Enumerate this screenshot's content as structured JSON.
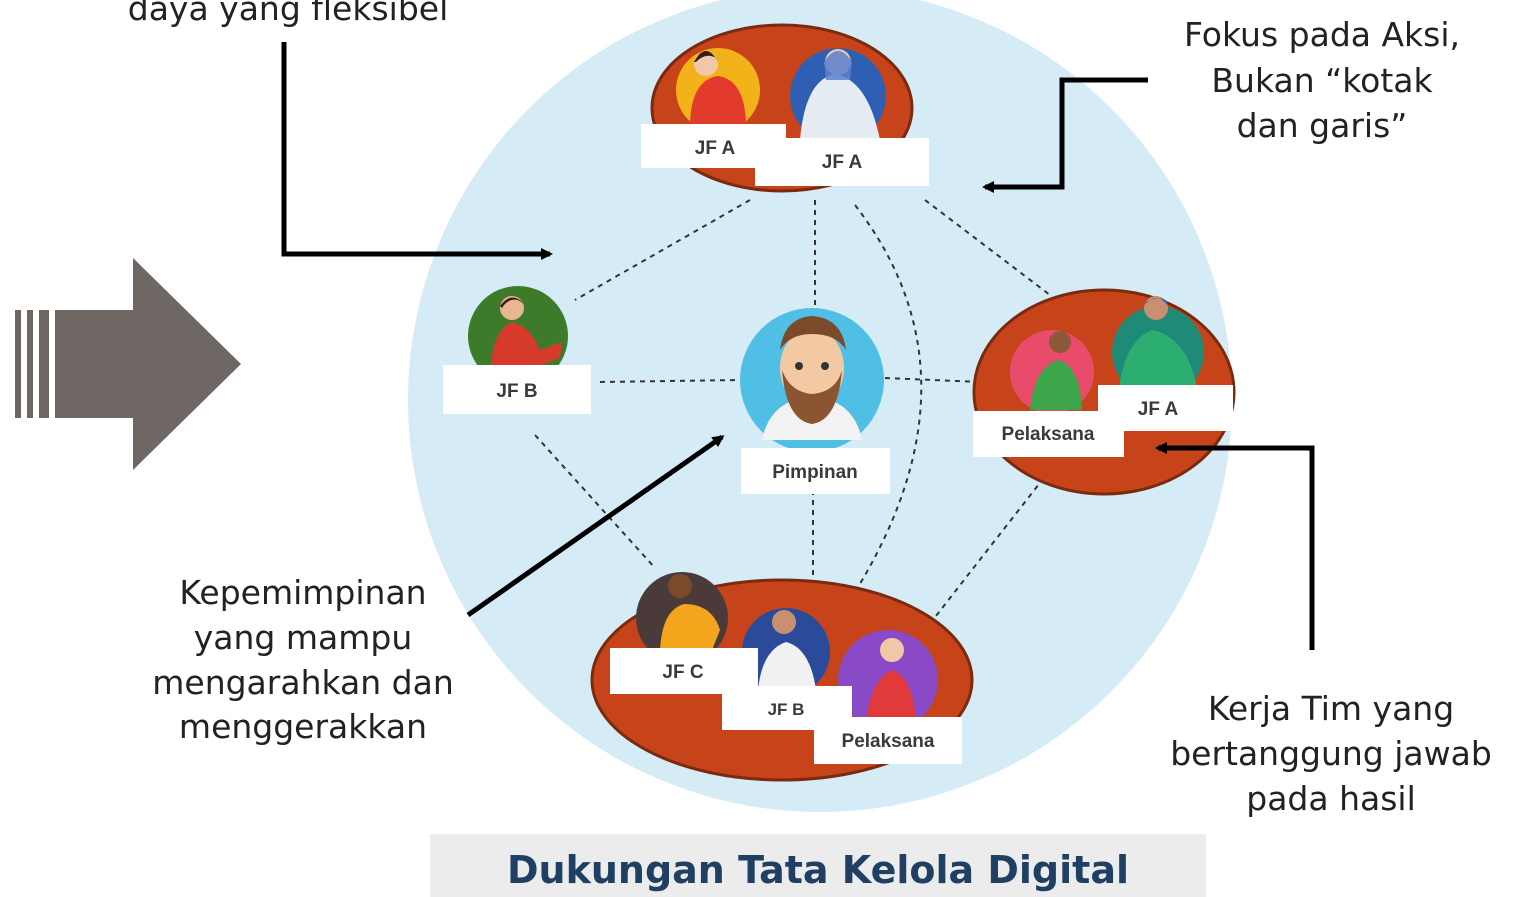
{
  "annotations": {
    "top_left_partial": "daya yang fleksibel",
    "top_right": [
      "Fokus pada Aksi,",
      "Bukan “kotak",
      "dan garis”"
    ],
    "left": [
      "Kepemimpinan",
      "yang mampu",
      "mengarahkan dan",
      "menggerakkan"
    ],
    "right": [
      "Kerja Tim yang",
      "bertanggung jawab",
      "pada hasil"
    ]
  },
  "nodes": {
    "top": {
      "labels": [
        "JF A",
        "JF A"
      ]
    },
    "left": {
      "labels": [
        "JF B"
      ]
    },
    "center": {
      "labels": [
        "Pimpinan"
      ]
    },
    "right": {
      "labels": [
        "Pelaksana",
        "JF A"
      ]
    },
    "bottom": {
      "labels": [
        "JF C",
        "JF B",
        "Pelaksana"
      ]
    }
  },
  "caption": "Dukungan Tata Kelola Digital",
  "colors": {
    "big_circle": "#d5ecf6",
    "team_oval": "#c7431a",
    "oval_border": "#7a2a0e",
    "connector": "#333333",
    "arrow": "#000000",
    "big_arrow": "#6f6764",
    "caption_text": "#1f3f63",
    "caption_bg": "#ececec"
  },
  "icons": [
    "person-icon",
    "leader-avatar-icon",
    "big-right-arrow-icon"
  ]
}
